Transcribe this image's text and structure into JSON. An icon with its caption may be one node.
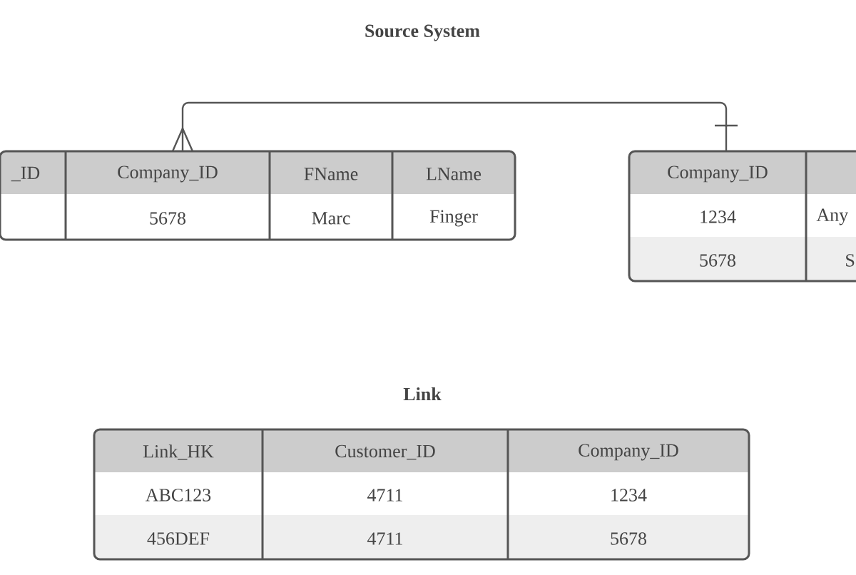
{
  "diagram": {
    "title": "Source System",
    "nodes": [
      {
        "text": [
          "_ID",
          "Company_ID",
          "FName",
          "LName",
          "5678",
          "Marc",
          "Finger"
        ]
      },
      {
        "text": [
          "Company_ID",
          "1234",
          "Any",
          "5678",
          "S"
        ]
      },
      {
        "text": [
          "Link",
          "Link_HK",
          "Customer_ID",
          "Company_ID",
          "ABC123",
          "4711",
          "1234",
          "456DEF",
          "4711",
          "5678"
        ]
      }
    ],
    "edges": [
      {
        "from": 0,
        "to": 1,
        "arrow": "other"
      }
    ]
  }
}
